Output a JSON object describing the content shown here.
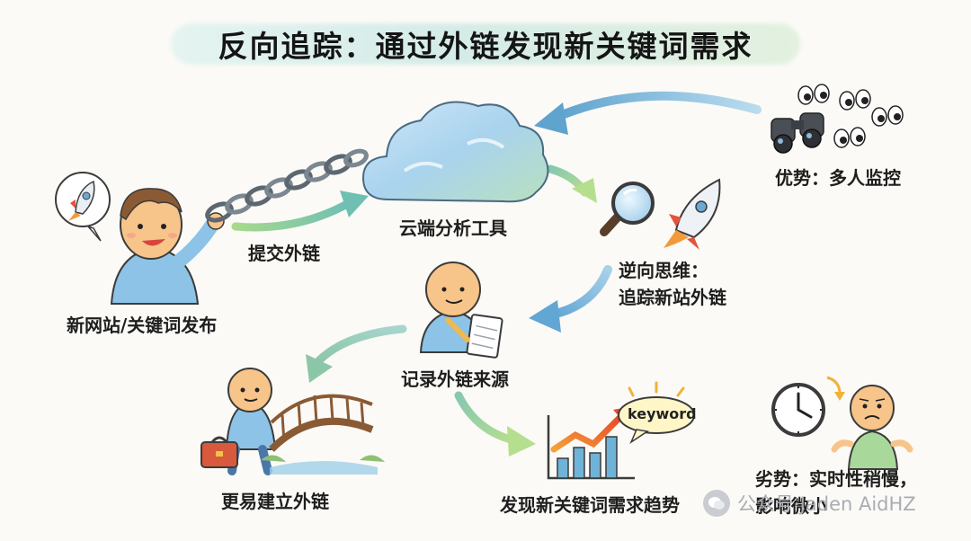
{
  "title": "反向追踪：通过外链发现新关键词需求",
  "nodes": {
    "publish": "新网站/关键词发布",
    "submit": "提交外链",
    "cloud": "云端分析工具",
    "advantage": "优势：多人监控",
    "reverse_line1": "逆向思维：",
    "reverse_line2": "追踪新站外链",
    "record": "记录外链来源",
    "bridge": "更易建立外链",
    "trend": "发现新关键词需求趋势",
    "disadvantage_line1": "劣势：实时性稍慢，",
    "disadvantage_line2": "影响微小",
    "keyword_bubble": "keyword"
  },
  "watermark": {
    "text": "公众号·Jaden AidHZ"
  },
  "colors": {
    "arrow_teal": "#7cc3c2",
    "arrow_green": "#9ccf7e",
    "arrow_blue": "#6aa9d3",
    "skin": "#f7c48a",
    "shirt_blue": "#8cc3e6",
    "shirt_green": "#a9d99a"
  },
  "icons": [
    "rocket-icon",
    "chain-icon",
    "cloud-icon",
    "binoculars-icon",
    "eyes-icon",
    "magnifier-icon",
    "notepad-icon",
    "bridge-icon",
    "toolbox-icon",
    "chart-icon",
    "clock-icon"
  ]
}
